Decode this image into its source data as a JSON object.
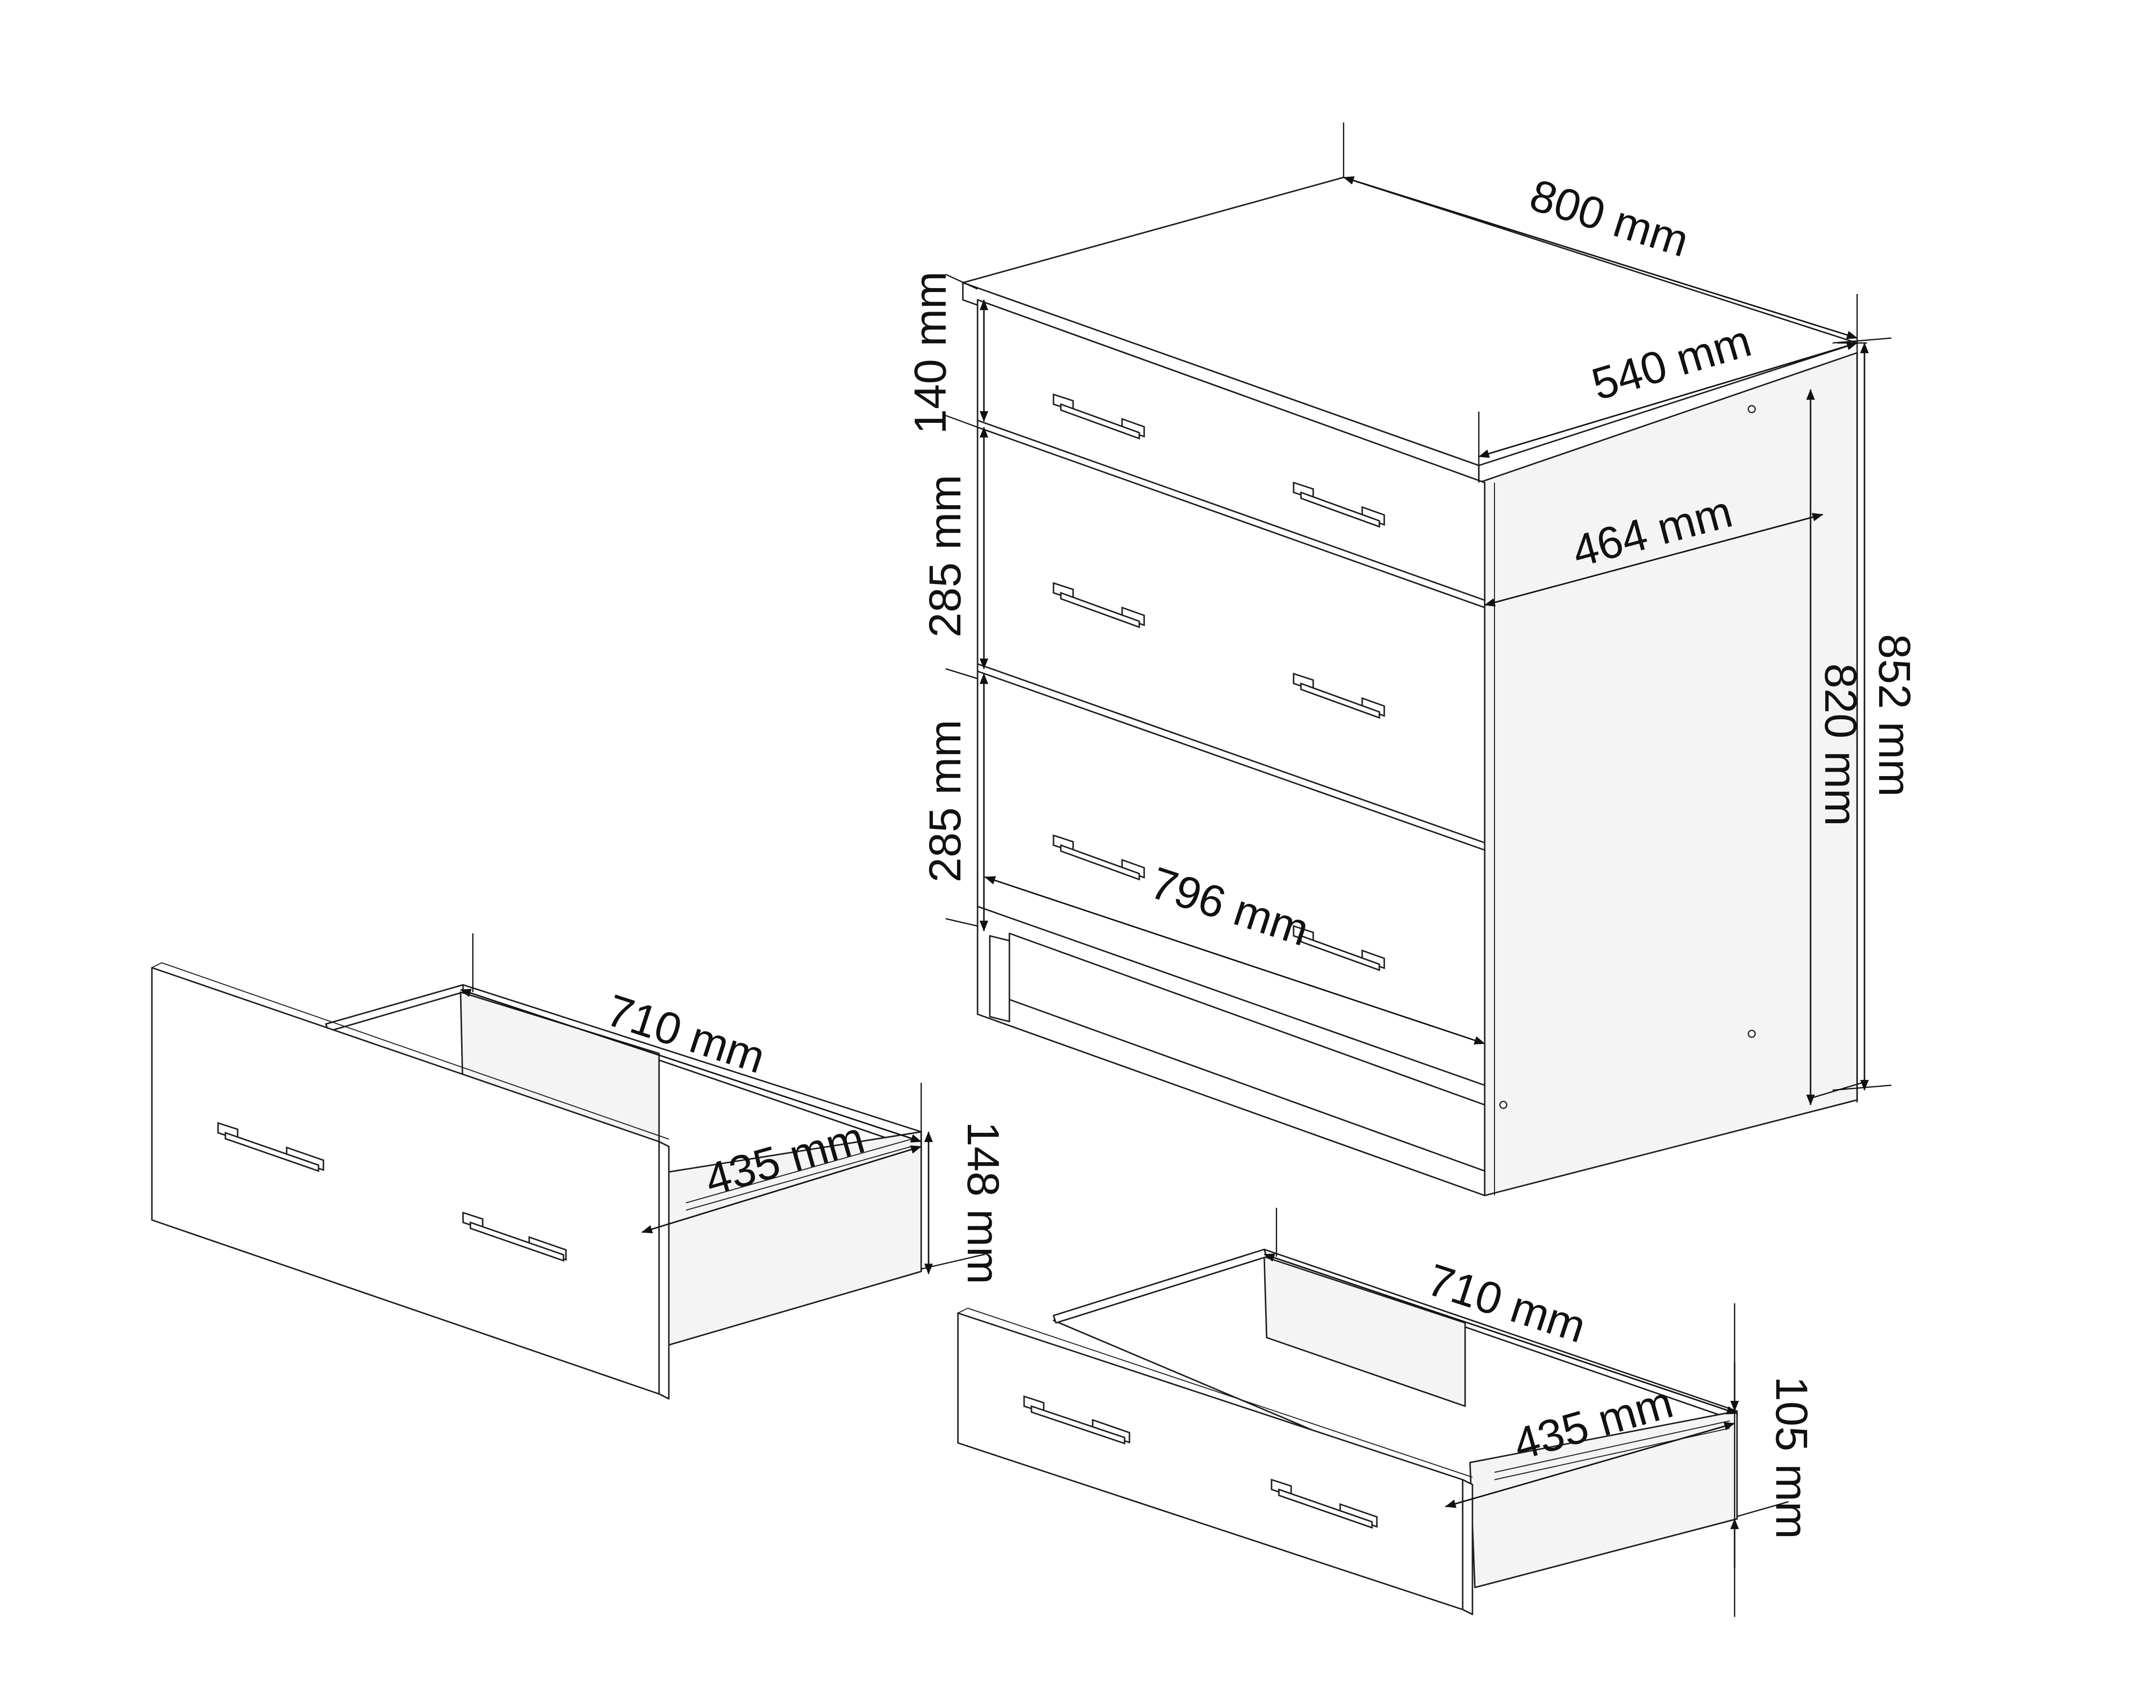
{
  "dimensions": {
    "width": "800 mm",
    "depth_top": "540 mm",
    "depth_side": "464 mm",
    "height_total": "852 mm",
    "height_body": "820 mm",
    "drawer1_front": "140 mm",
    "drawer2_front": "285 mm",
    "drawer3_front": "285 mm",
    "inner_width": "796 mm",
    "big_drawer_length": "710 mm",
    "big_drawer_depth": "435 mm",
    "big_drawer_height": "148 mm",
    "small_drawer_length": "710 mm",
    "small_drawer_depth": "435 mm",
    "small_drawer_height": "105 mm"
  }
}
